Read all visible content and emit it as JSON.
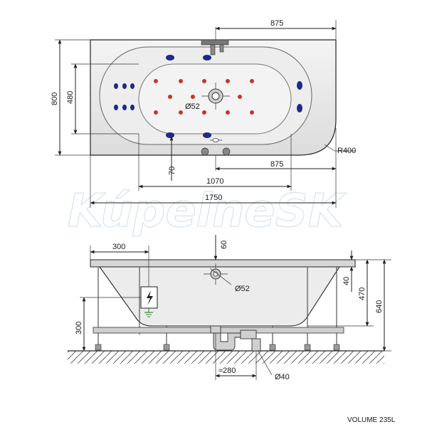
{
  "watermark": "KúpelneSK",
  "top_view": {
    "dims": {
      "top_right": "875",
      "height_total": "800",
      "inner_height": "480",
      "drain": "Ø52",
      "corner_radius": "R400",
      "offset_70": "70",
      "bottom_right": "875",
      "inner_length": "1070",
      "total_length": "1750"
    }
  },
  "side_view": {
    "dims": {
      "left_300": "300",
      "top_60": "60",
      "drain": "Ø52",
      "rim_40": "40",
      "depth_470": "470",
      "height_640": "640",
      "power_height_300": "300",
      "siphon_280": "≈280",
      "waste_40": "Ø40"
    }
  },
  "footer": {
    "volume": "VOLUME 235L"
  },
  "colors": {
    "jet_red": "#c0392b",
    "jet_blue": "#1c2a8a",
    "outline": "#222222",
    "tub_fill": "#e4e4e4"
  }
}
